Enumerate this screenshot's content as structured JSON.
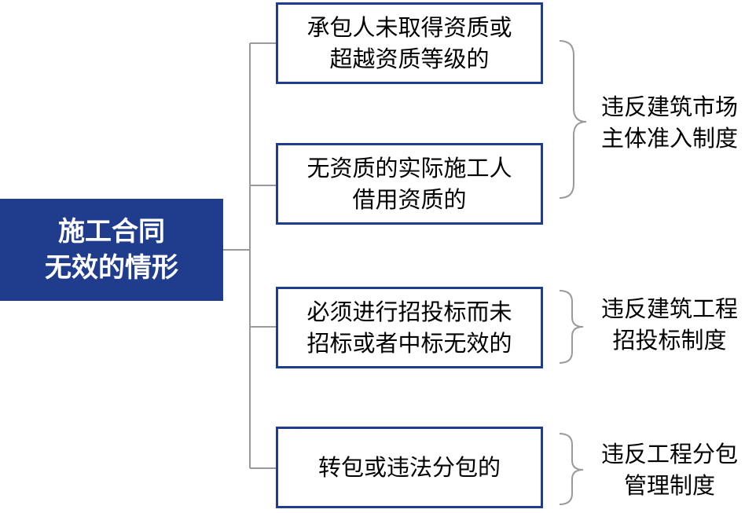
{
  "root": {
    "line1": "施工合同",
    "line2": "无效的情形"
  },
  "cases": [
    {
      "line1": "承包人未取得资质或",
      "line2": "超越资质等级的"
    },
    {
      "line1": "无资质的实际施工人",
      "line2": "借用资质的"
    },
    {
      "line1": "必须进行招投标而未",
      "line2": "招标或者中标无效的"
    },
    {
      "line1": "转包或违法分包的",
      "line2": ""
    }
  ],
  "categories": [
    {
      "line1": "违反建筑市场",
      "line2": "主体准入制度"
    },
    {
      "line1": "违反建筑工程",
      "line2": "招投标制度"
    },
    {
      "line1": "违反工程分包",
      "line2": "管理制度"
    }
  ],
  "colors": {
    "root_fill": "#1f3d8c",
    "box_border": "#1f3d8c",
    "connector": "#9a9a9a"
  }
}
